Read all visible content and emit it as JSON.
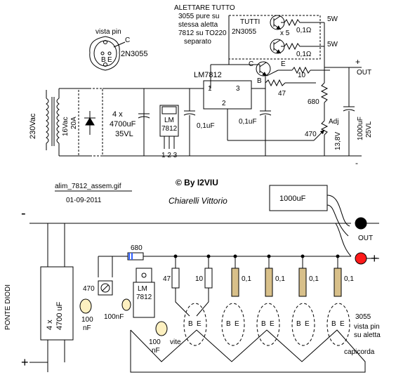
{
  "top": {
    "note_lines": [
      "ALETTARE TUTTO",
      "3055 pure su",
      "stessa aletta",
      "7812 su TO220",
      "separato"
    ],
    "vista_pin": "vista pin",
    "pin_c": "C",
    "pin_b": "B",
    "pin_e": "E",
    "transistor_name": "2N3055",
    "tutti_label": "TUTTI",
    "tutti_part": "2N3055",
    "times5": "x 5",
    "r_01_a": "0,1Ω",
    "r_01_b": "0,1Ω",
    "w5_a": "5W",
    "w5_b": "5W",
    "reg_name": "LM7812",
    "pin1": "1",
    "pin2": "2",
    "pin3": "3",
    "c_label": "C",
    "b_label": "B",
    "e_label": "E",
    "r10": "10",
    "r47": "47",
    "r680": "680",
    "r470": "470",
    "adj": "Adj",
    "v138": "13,8V",
    "cap_out": "1000uF",
    "cap_out_v": "25VL",
    "out": "OUT",
    "plus": "+",
    "minus": "-",
    "mains": "230Vac",
    "secondary_v": "16Vac",
    "secondary_a": "20A",
    "cap_main_1": "4 x",
    "cap_main_2": "4700uF",
    "cap_main_3": "35VL",
    "cap_01_a": "0,1uF",
    "cap_01_b": "0,1uF",
    "reg_small_1": "LM",
    "reg_small_2": "7812",
    "reg_pins": "1 2 3"
  },
  "credits": {
    "filename": "alim_7812_assem.gif",
    "date": "01-09-2011",
    "author": "©  By I2VIU",
    "signature": "Chiarelli Vittorio"
  },
  "bottom": {
    "cap_top": "1000uF",
    "out": "OUT",
    "minus": "-",
    "plus": "+",
    "r680": "680",
    "r470": "470",
    "r47": "47",
    "r10": "10",
    "r01": [
      "0,1",
      "0,1",
      "0,1",
      "0,1"
    ],
    "reg_1": "LM",
    "reg_2": "7812",
    "c100_a_1": "100",
    "c100_a_2": "nF",
    "c100_b": "100nF",
    "c100_c_1": "100",
    "c100_c_2": "nF",
    "vite": "vite",
    "ponte": "PONTE DIODI",
    "cap_bank_1": "4 x",
    "cap_bank_2": "4700 uF",
    "trans_name": "3055",
    "vista_pin_1": "vista pin",
    "vista_pin_2": "su aletta",
    "capicorda": "capicorda",
    "be": [
      "B",
      "E",
      "B",
      "E",
      "B",
      "E",
      "B",
      "E",
      "B",
      "E"
    ]
  },
  "colors": {
    "led_red": "#ff1a1a",
    "dot_black": "#000000",
    "resistor_tan": "#d8c08a",
    "pale": "#fdf0c0"
  }
}
